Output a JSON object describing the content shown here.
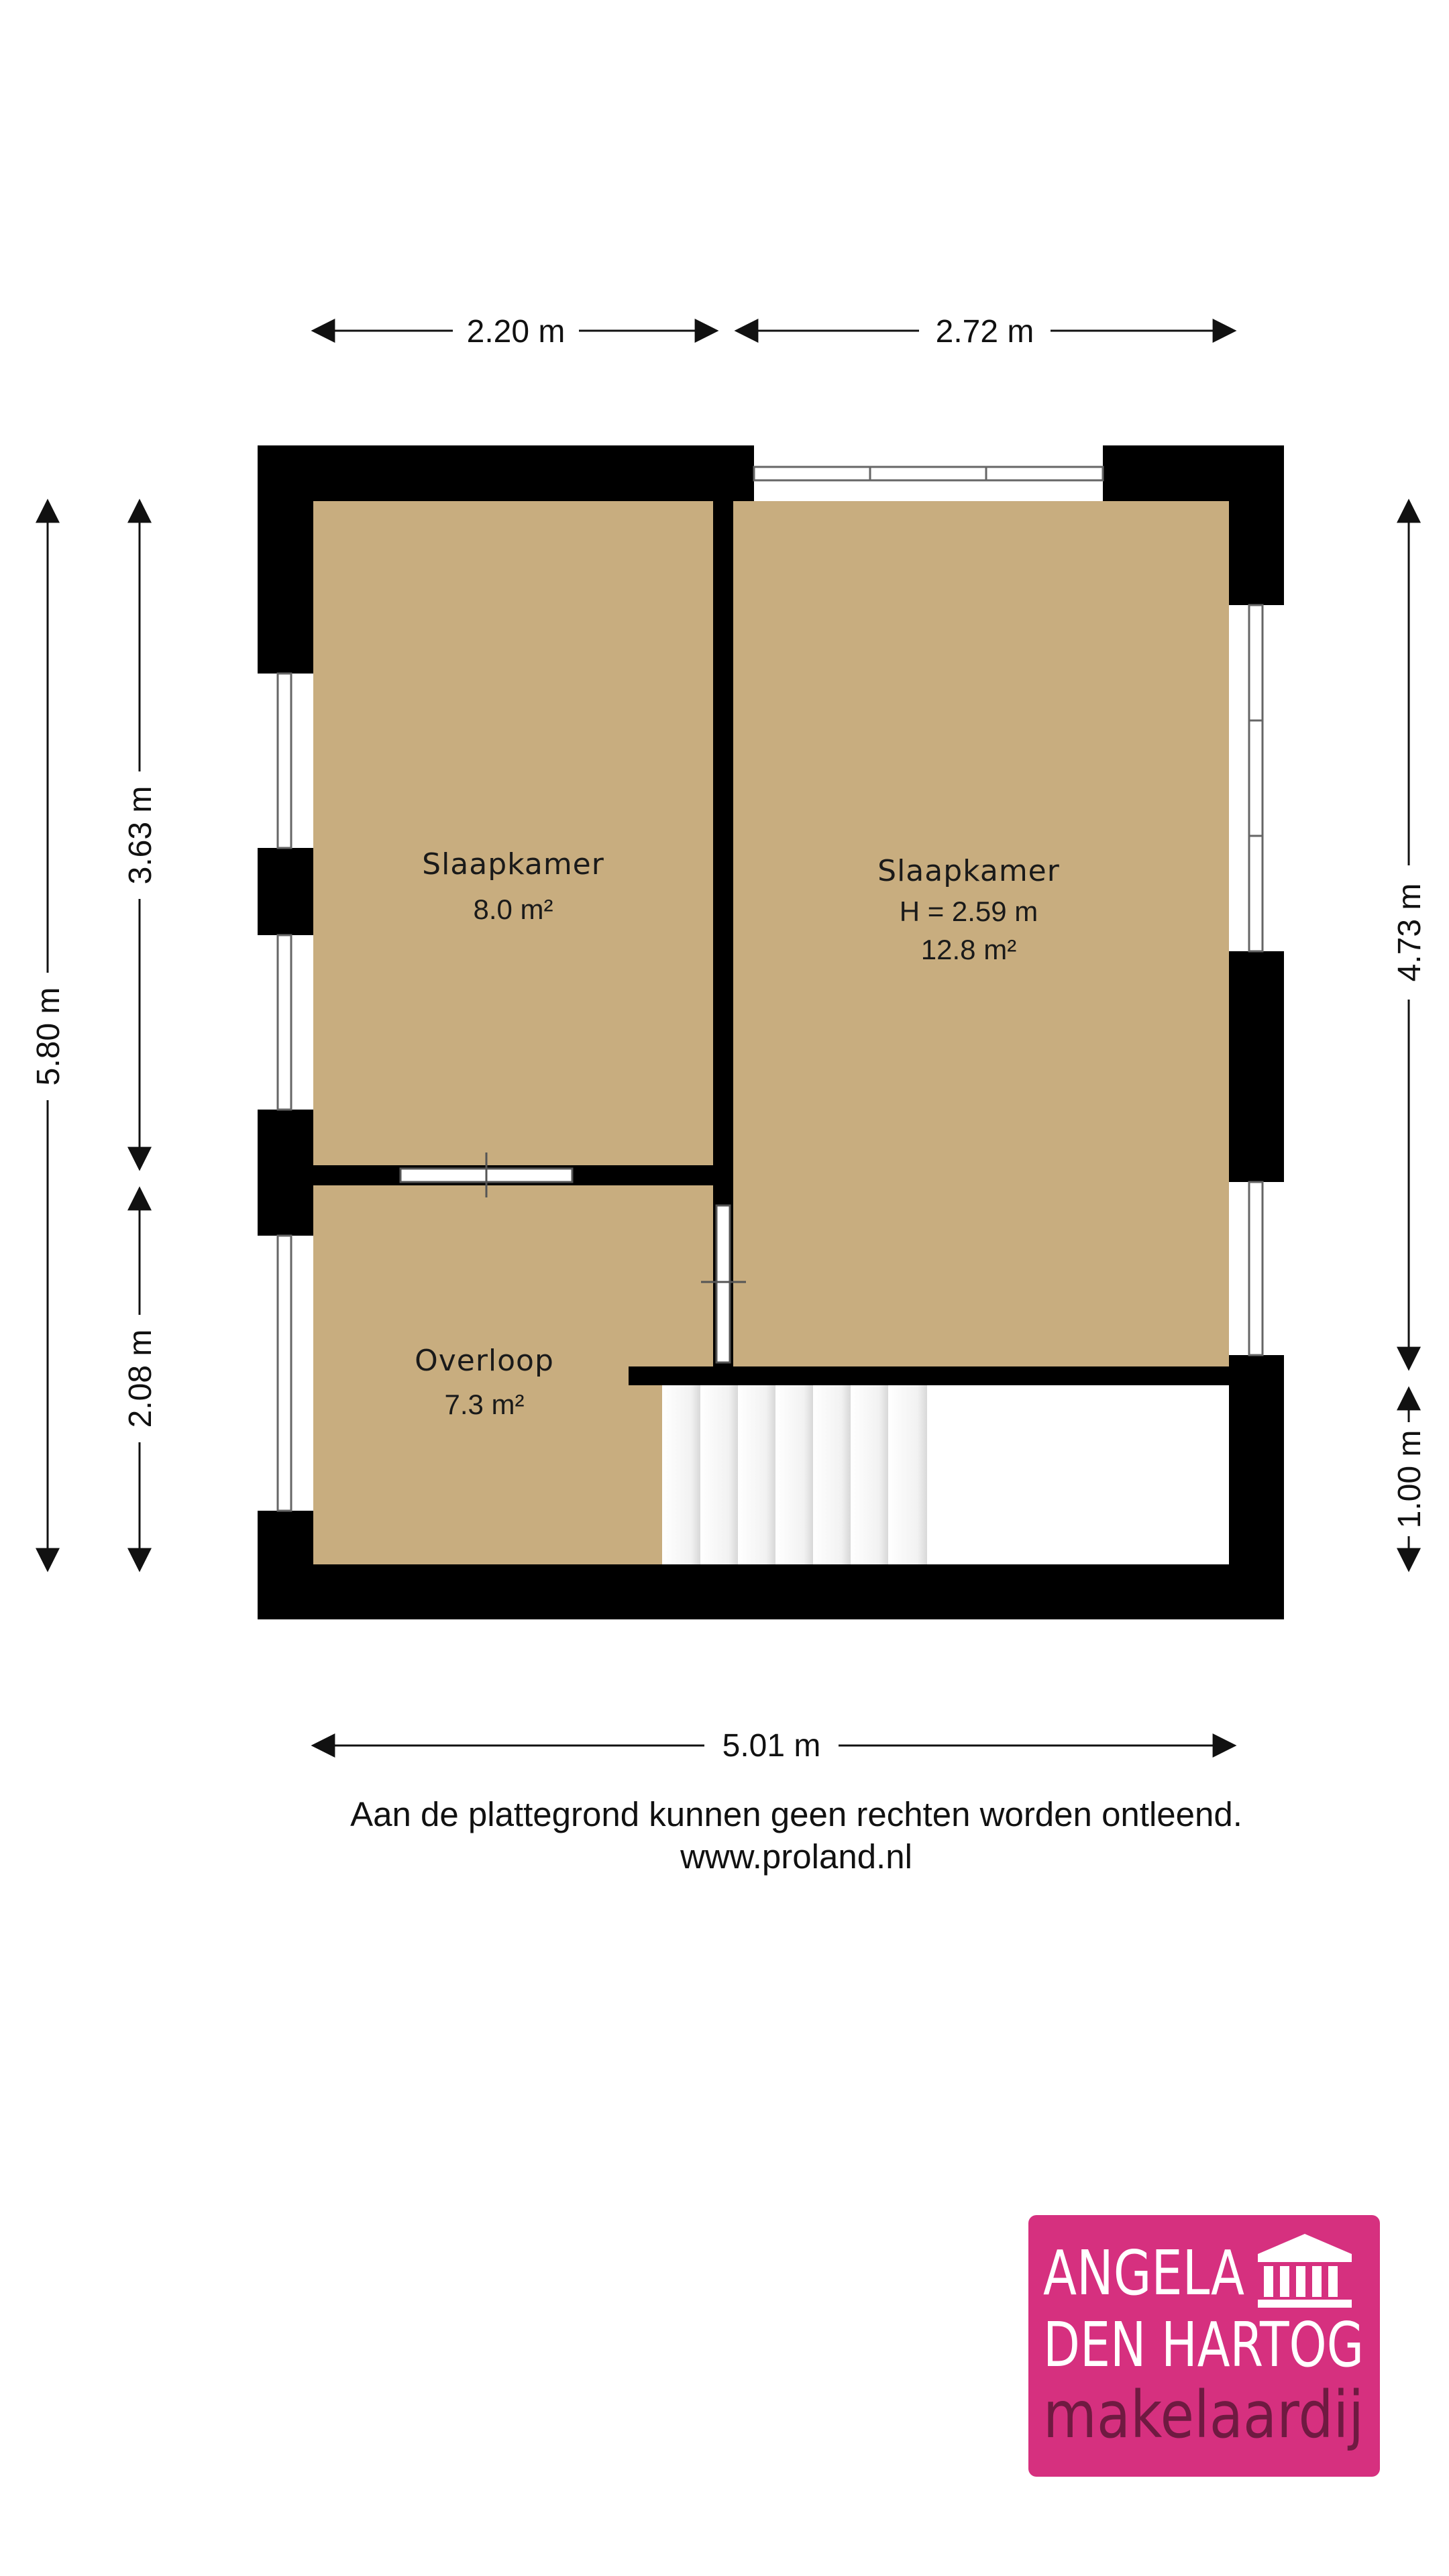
{
  "dimensions": {
    "top_left": "2.20 m",
    "top_right": "2.72 m",
    "left_total": "5.80 m",
    "left_upper": "3.63 m",
    "left_lower": "2.08 m",
    "right_upper": "4.73 m",
    "right_lower": "1.00 m",
    "bottom": "5.01 m"
  },
  "rooms": [
    {
      "name": "Slaapkamer",
      "area": "8.0 m²"
    },
    {
      "name": "Slaapkamer",
      "height": "H = 2.59 m",
      "area": "12.8 m²"
    },
    {
      "name": "Overloop",
      "area": "7.3 m²"
    }
  ],
  "disclaimer": "Aan de plattegrond kunnen geen rechten worden ontleend.",
  "website": "www.proland.nl",
  "logo": {
    "line1": "ANGELA",
    "line2": "DEN HARTOG",
    "line3": "makelaardij",
    "icon": "building-columns-icon",
    "color": "#d6307f"
  },
  "colors": {
    "wall": "#000000",
    "floor": "#c8ad7f"
  }
}
